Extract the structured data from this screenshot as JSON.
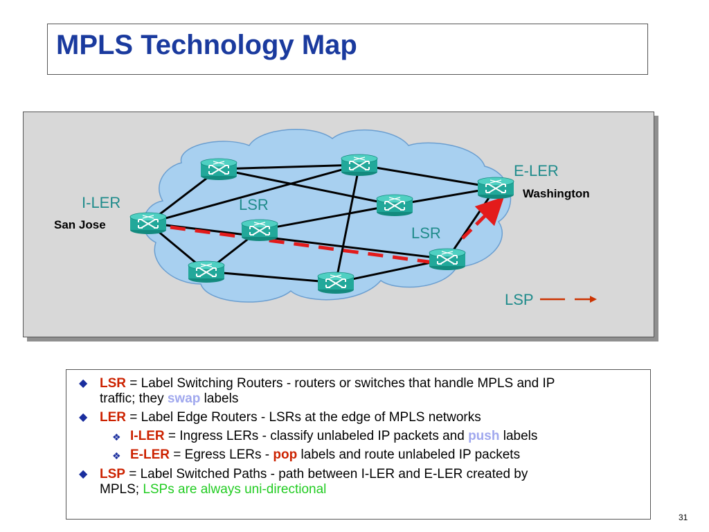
{
  "title": "MPLS Technology Map",
  "diagram": {
    "labels": {
      "iler": "I-LER",
      "eler": "E-LER",
      "lsr1": "LSR",
      "lsr2": "LSR",
      "san_jose": "San Jose",
      "washington": "Washington",
      "lsp": "LSP"
    },
    "colors": {
      "label_teal": "#1f8b8b",
      "cloud": "#a8d0f0",
      "router": "#22a89a",
      "lsp_red": "#e31b1b",
      "legend_arrow": "#cc3300"
    },
    "icons": {
      "router": "router-icon"
    }
  },
  "bullets": [
    {
      "term": "LSR",
      "text_a": " = Label Switching Routers - routers or switches that handle MPLS and IP",
      "text_b": "traffic; they ",
      "highlight": "swap",
      "text_c": " labels"
    },
    {
      "term": "LER",
      "text_a": " = Label Edge Routers - LSRs at the edge of MPLS networks"
    },
    {
      "term": "I-LER",
      "text_a": " = Ingress LERs - classify unlabeled IP packets and ",
      "highlight": "push",
      "text_c": " labels"
    },
    {
      "term": "E-LER",
      "text_a": " = Egress LERs - ",
      "highlight": "pop",
      "text_c": " labels and route unlabeled IP packets"
    },
    {
      "term": "LSP",
      "text_a": " = Label Switched Paths - path between I-LER and E-LER created by",
      "text_b": "MPLS; ",
      "green": "LSPs are always uni-directional"
    }
  ],
  "page_number": "31"
}
